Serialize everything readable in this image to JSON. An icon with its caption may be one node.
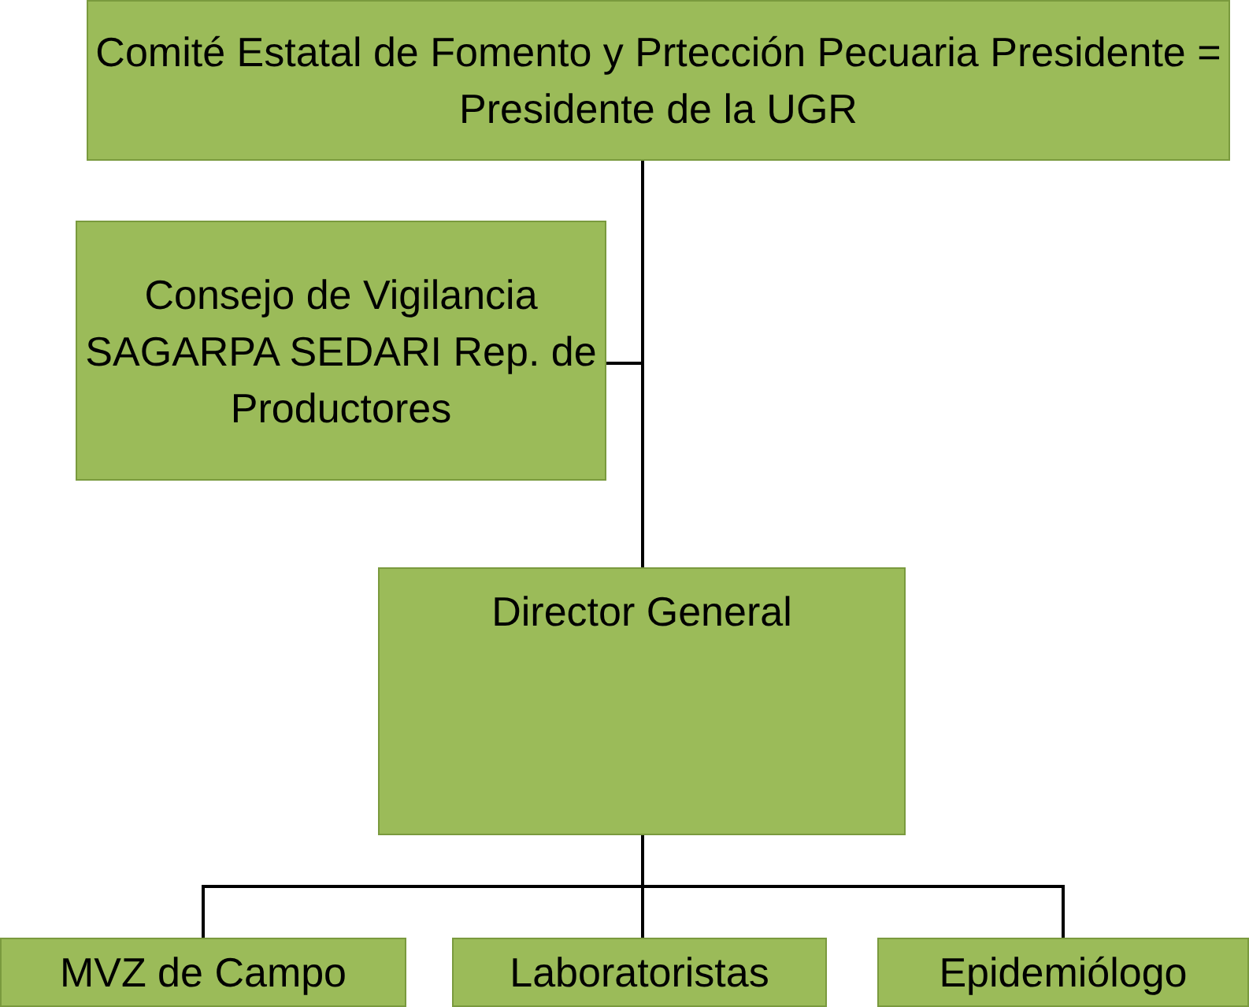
{
  "diagram": {
    "nodes": [
      {
        "text": [
          "Comité Estatal de Fomento y Prtección Pecuaria Presidente = Presidente de la UGR"
        ]
      },
      {
        "text": [
          "Consejo de Vigilancia SAGARPA SEDARI Rep. de Productores"
        ]
      },
      {
        "text": [
          "Director General"
        ]
      },
      {
        "text": [
          "MVZ de Campo"
        ]
      },
      {
        "text": [
          "Laboratoristas"
        ]
      },
      {
        "text": [
          "Epidemiólogo"
        ]
      }
    ],
    "edges": [
      {
        "from": 0,
        "to": 2,
        "arrow": "none"
      },
      {
        "from": 1,
        "to": 0,
        "arrow": "none"
      },
      {
        "from": 2,
        "to": 3,
        "arrow": "none"
      },
      {
        "from": 2,
        "to": 4,
        "arrow": "none"
      },
      {
        "from": 2,
        "to": 5,
        "arrow": "none"
      }
    ]
  }
}
